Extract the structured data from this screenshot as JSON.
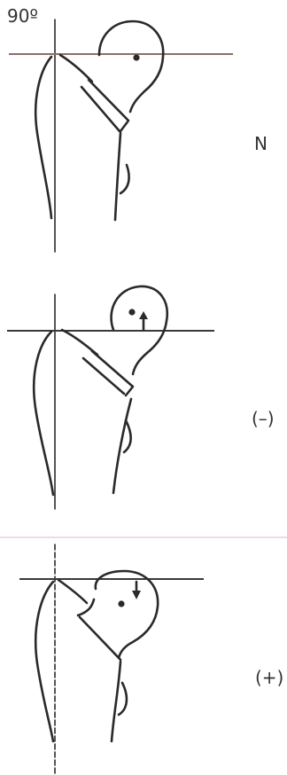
{
  "figure": {
    "angle_label": "90º",
    "panels": [
      {
        "label": "N",
        "arrow": "none"
      },
      {
        "label": "(–)",
        "arrow": "up"
      },
      {
        "label": "(+)",
        "arrow": "down"
      }
    ],
    "colors": {
      "ink": "#2a2a2a",
      "reference_line": "#8a7068",
      "separator": "#e6cde6"
    }
  }
}
